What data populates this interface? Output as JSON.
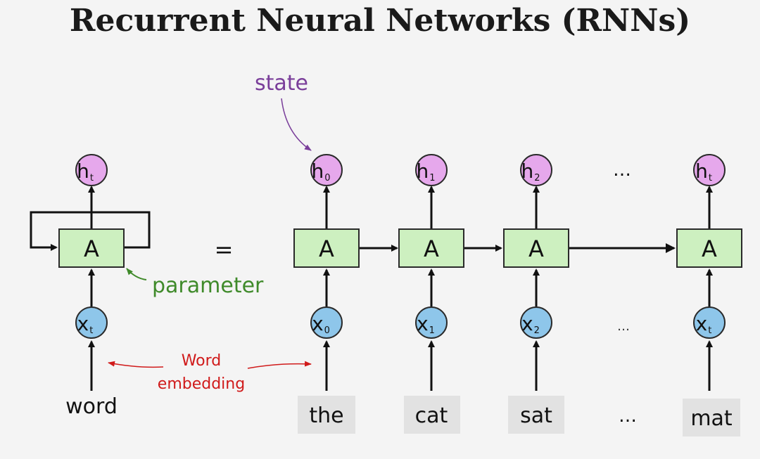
{
  "title": "Recurrent Neural Networks (RNNs)",
  "equals": "=",
  "annotations": {
    "state": "state",
    "parameter": "parameter",
    "embedding_line1": "Word",
    "embedding_line2": "embedding"
  },
  "folded": {
    "cell": "A",
    "h_main": "h",
    "h_sub": "t",
    "x_main": "x",
    "x_sub": "t",
    "word": "word"
  },
  "unrolled": [
    {
      "cell": "A",
      "h_main": "h",
      "h_sub": "0",
      "x_main": "x",
      "x_sub": "0",
      "word": "the"
    },
    {
      "cell": "A",
      "h_main": "h",
      "h_sub": "1",
      "x_main": "x",
      "x_sub": "1",
      "word": "cat"
    },
    {
      "cell": "A",
      "h_main": "h",
      "h_sub": "2",
      "x_main": "x",
      "x_sub": "2",
      "word": "sat"
    },
    {
      "cell": "A",
      "h_main": "h",
      "h_sub": "t",
      "x_main": "x",
      "x_sub": "t",
      "word": "mat"
    }
  ],
  "ellipsis": {
    "h": "…",
    "x": "…",
    "word": "…"
  },
  "colors": {
    "cell_fill": "#cdf0c0",
    "hidden_fill": "#e6a8ec",
    "input_fill": "#8ec6ea",
    "state_text": "#7a3e9a",
    "parameter_text": "#3f8a2a",
    "embedding_text": "#d01a1a"
  }
}
